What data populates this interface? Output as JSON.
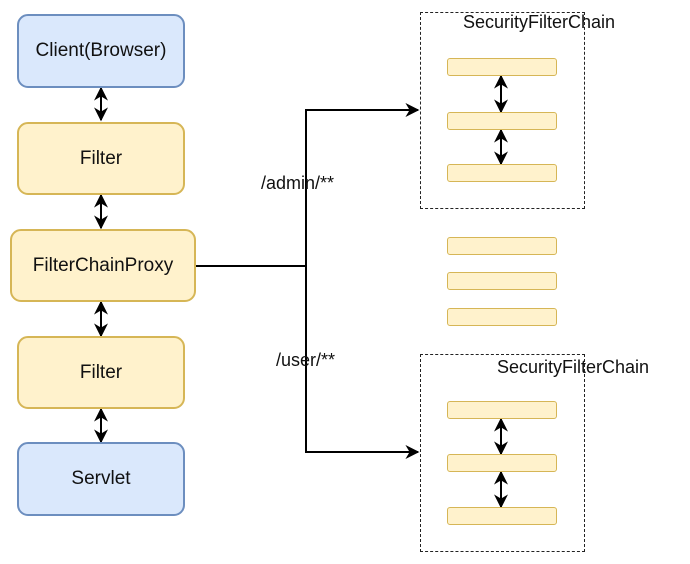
{
  "nodes": {
    "client": "Client(Browser)",
    "filter_top": "Filter",
    "proxy": "FilterChainProxy",
    "filter_bottom": "Filter",
    "servlet": "Servlet"
  },
  "routes": {
    "admin": "/admin/**",
    "user": "/user/**"
  },
  "chains": {
    "top_title": "SecurityFilterChain",
    "bottom_title": "SecurityFilterChain"
  },
  "colors": {
    "blue_fill": "#dae8fc",
    "blue_border": "#6c8ebf",
    "yellow_fill": "#fff2cc",
    "yellow_border": "#d6b656",
    "line": "#000000"
  }
}
